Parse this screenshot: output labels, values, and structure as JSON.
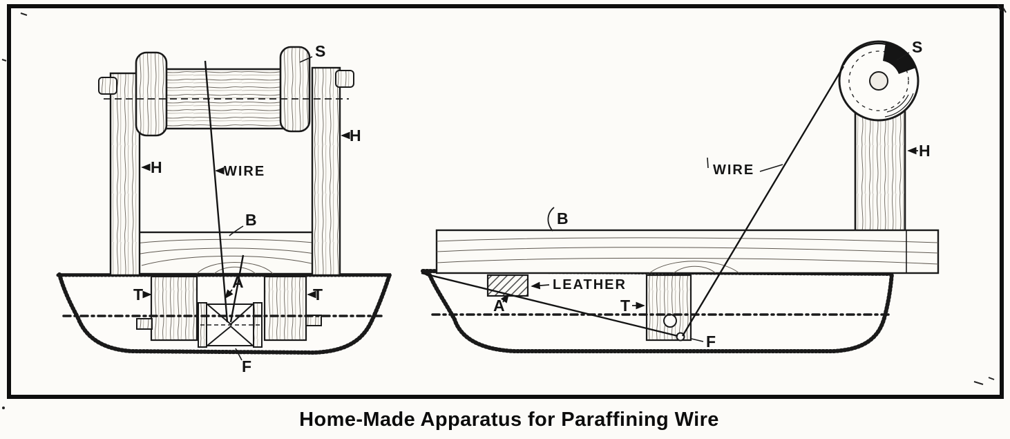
{
  "caption": "Home-Made Apparatus for Paraffining Wire",
  "left": {
    "s": "S",
    "h_left": "H",
    "h_right": "H",
    "wire": "WIRE",
    "b": "B",
    "a": "A",
    "t_left": "T",
    "t_right": "T",
    "f": "F"
  },
  "right": {
    "s": "S",
    "h": "H",
    "wire": "WIRE",
    "b": "B",
    "leather": "LEATHER",
    "a": "A",
    "t": "T",
    "f": "F"
  },
  "colors": {
    "ink": "#1a1a1a",
    "paper": "#fcfbf8"
  }
}
